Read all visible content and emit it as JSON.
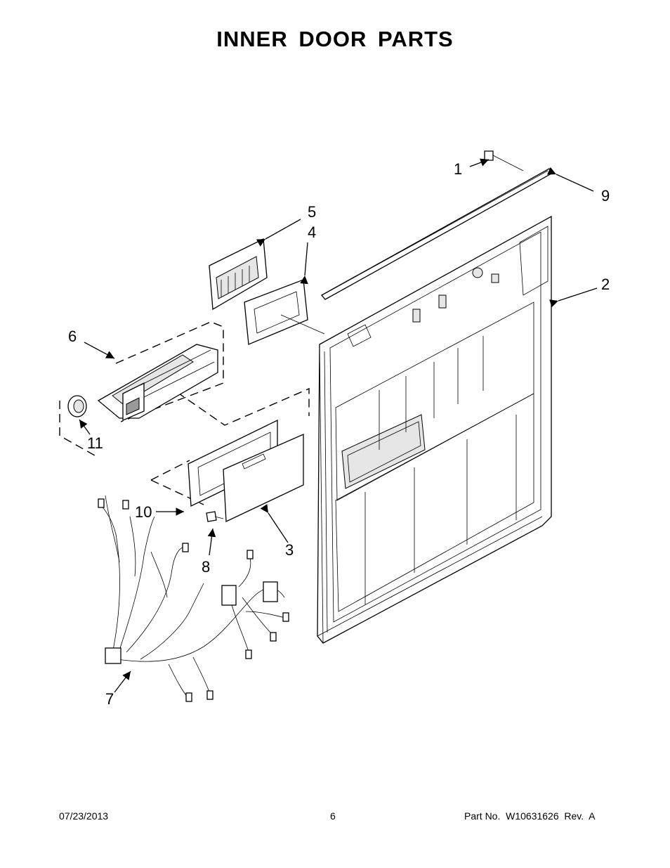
{
  "title": "INNER DOOR PARTS",
  "callouts": {
    "c1": "1",
    "c2": "2",
    "c3": "3",
    "c4": "4",
    "c5": "5",
    "c6": "6",
    "c7": "7",
    "c8": "8",
    "c9": "9",
    "c10": "10",
    "c11": "11"
  },
  "footer": {
    "date": "07/23/2013",
    "page": "6",
    "part_no": "Part No.  W10631626  Rev.  A"
  }
}
